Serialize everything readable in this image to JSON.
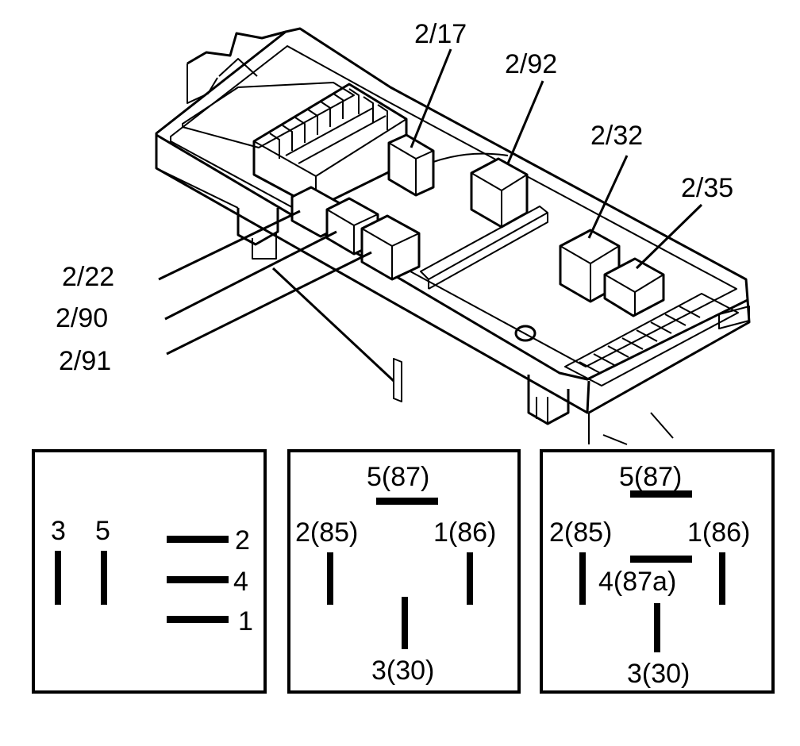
{
  "callouts": {
    "c_2_17": "2/17",
    "c_2_92": "2/92",
    "c_2_32": "2/32",
    "c_2_35": "2/35",
    "c_2_22": "2/22",
    "c_2_90": "2/90",
    "c_2_91": "2/91"
  },
  "relay_a": {
    "pin3": "3",
    "pin5": "5",
    "pin2": "2",
    "pin4": "4",
    "pin1": "1"
  },
  "relay_b": {
    "top": "5(87)",
    "left": "2(85)",
    "right": "1(86)",
    "bottom": "3(30)"
  },
  "relay_c": {
    "top": "5(87)",
    "left": "2(85)",
    "right": "1(86)",
    "middle": "4(87a)",
    "bottom": "3(30)"
  }
}
